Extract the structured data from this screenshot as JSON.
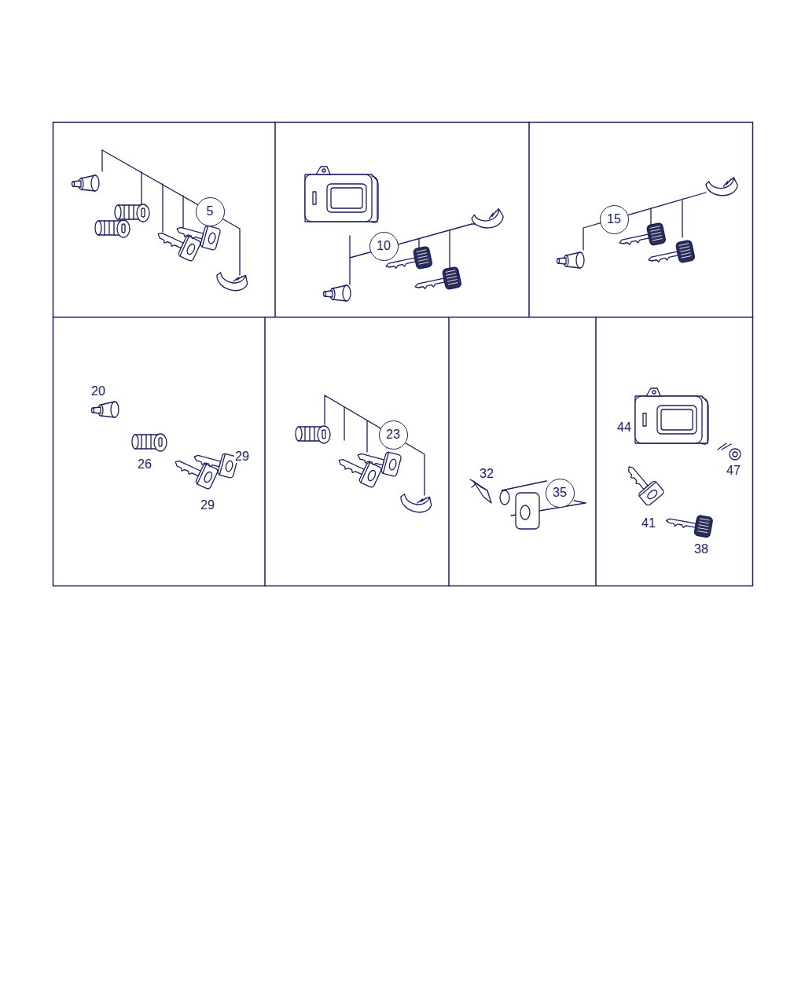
{
  "diagram": {
    "nodes": [
      {
        "text": [
          "5"
        ]
      },
      {
        "text": [
          "10"
        ]
      },
      {
        "text": [
          "15"
        ]
      },
      {
        "text": [
          "23"
        ]
      },
      {
        "text": [
          "35"
        ]
      }
    ],
    "labels": [
      "20",
      "26",
      "29",
      "29",
      "32",
      "44",
      "47",
      "41",
      "38"
    ]
  }
}
